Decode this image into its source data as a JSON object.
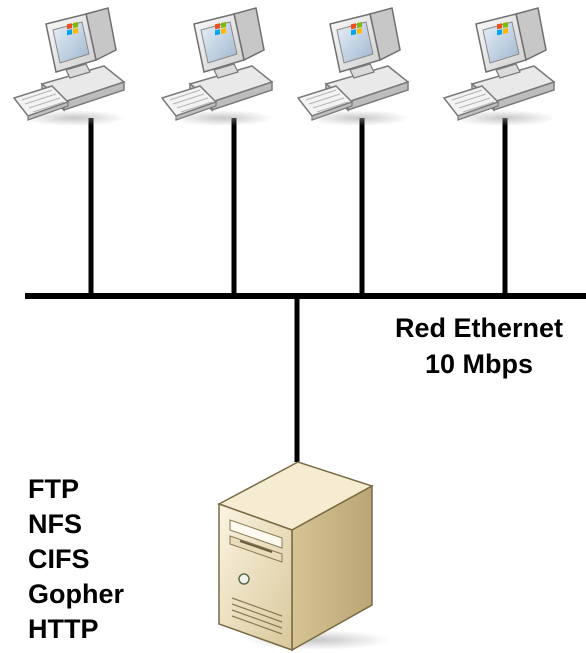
{
  "network": {
    "name": "Red Ethernet",
    "speed": "10 Mbps"
  },
  "server": {
    "protocols": [
      "FTP",
      "NFS",
      "CIFS",
      "Gopher",
      "HTTP"
    ]
  },
  "clients": [
    {
      "icon": "desktop-computer-icon"
    },
    {
      "icon": "desktop-computer-icon"
    },
    {
      "icon": "desktop-computer-icon"
    },
    {
      "icon": "desktop-computer-icon"
    }
  ],
  "colors": {
    "cable": "#000000",
    "computer_body": "#f1f1f1",
    "computer_outline": "#6f6f6f",
    "server_body": "#efe3c4",
    "server_outline": "#7a6a45",
    "windows_logo": [
      "#f05022",
      "#7fba00",
      "#00a4ef",
      "#ffb900"
    ]
  }
}
